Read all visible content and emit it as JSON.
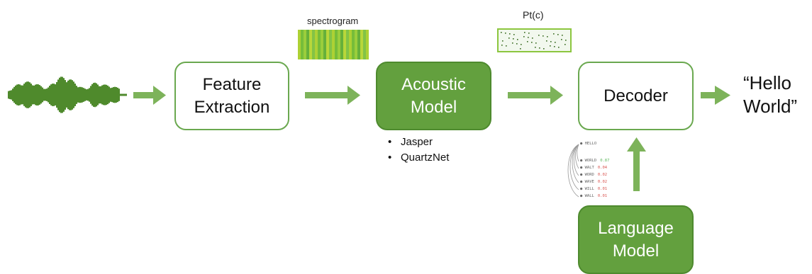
{
  "diagram": {
    "nodes": {
      "feature_extraction": {
        "line1": "Feature",
        "line2": "Extraction"
      },
      "acoustic_model": {
        "line1": "Acoustic",
        "line2": "Model"
      },
      "decoder": {
        "label": "Decoder"
      },
      "language_model": {
        "line1": "Language",
        "line2": "Model"
      }
    },
    "labels": {
      "spectrogram": "spectrogram",
      "probability": "Pt(c)"
    },
    "acoustic_model_examples": [
      "Jasper",
      "QuartzNet"
    ],
    "output": {
      "line1": "“Hello",
      "line2": "World”"
    },
    "language_model_example": {
      "context_word": "HELLO",
      "candidates": [
        {
          "word": "WORLD",
          "prob": "0.87"
        },
        {
          "word": "WALT",
          "prob": "0.04"
        },
        {
          "word": "WORD",
          "prob": "0.02"
        },
        {
          "word": "WAVE",
          "prob": "0.02"
        },
        {
          "word": "WILL",
          "prob": "0.01"
        },
        {
          "word": "WALL",
          "prob": "0.01"
        }
      ]
    },
    "colors": {
      "accent": "#63a03e",
      "arrow": "#7db35a",
      "waveform": "#4f8a2c"
    }
  }
}
